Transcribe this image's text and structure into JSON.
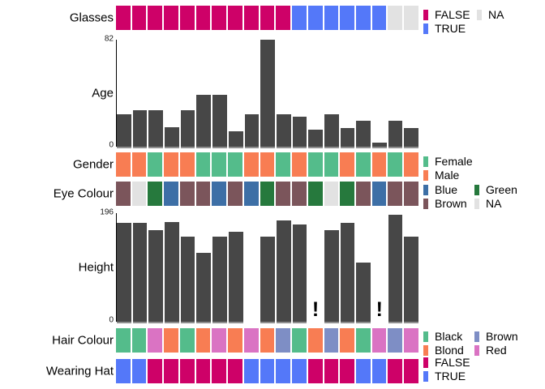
{
  "background": "#ffffff",
  "n_columns": 19,
  "bar_color": "#474747",
  "axis_color": "#000000",
  "baseline_color": "#8f8f8f",
  "chart_data": [
    {
      "type": "heatmap",
      "title": "Glasses",
      "values": [
        "FALSE",
        "FALSE",
        "FALSE",
        "FALSE",
        "FALSE",
        "FALSE",
        "FALSE",
        "FALSE",
        "FALSE",
        "FALSE",
        "FALSE",
        "TRUE",
        "TRUE",
        "TRUE",
        "TRUE",
        "TRUE",
        "TRUE",
        "NA",
        "NA"
      ],
      "palette": {
        "FALSE": "#CE0168",
        "TRUE": "#5478F9",
        "NA": "#E2E2E2"
      },
      "legend_position": "right",
      "legend_columns": [
        [
          {
            "label": "FALSE",
            "color": "#CE0168"
          },
          {
            "label": "TRUE",
            "color": "#5478F9"
          }
        ],
        [
          {
            "label": "NA",
            "color": "#E2E2E2"
          }
        ]
      ]
    },
    {
      "type": "bar",
      "title": "Age",
      "values": [
        25,
        28,
        28,
        15,
        28,
        40,
        40,
        12,
        25,
        82,
        25,
        23,
        13,
        25,
        14,
        20,
        3,
        20,
        14
      ],
      "ylim": [
        0,
        82
      ],
      "yticks": [
        "82",
        "0"
      ],
      "grid": "off",
      "bar_color": "#474747"
    },
    {
      "type": "heatmap",
      "title": "Gender",
      "values": [
        "Male",
        "Male",
        "Female",
        "Male",
        "Male",
        "Female",
        "Female",
        "Female",
        "Male",
        "Male",
        "Female",
        "Male",
        "Female",
        "Female",
        "Male",
        "Female",
        "Male",
        "Female",
        "Male"
      ],
      "palette": {
        "Female": "#54BC8B",
        "Male": "#F87D53"
      },
      "legend_position": "right",
      "legend_columns": [
        [
          {
            "label": "Female",
            "color": "#54BC8B"
          },
          {
            "label": "Male",
            "color": "#F87D53"
          }
        ]
      ]
    },
    {
      "type": "heatmap",
      "title": "Eye Colour",
      "values": [
        "Brown",
        "NA",
        "Green",
        "Blue",
        "Brown",
        "Brown",
        "Blue",
        "Brown",
        "Blue",
        "Green",
        "Brown",
        "Brown",
        "Green",
        "NA",
        "Green",
        "Brown",
        "Blue",
        "Brown",
        "Brown"
      ],
      "palette": {
        "Blue": "#3D6FA6",
        "Green": "#26793D",
        "Brown": "#7B555B",
        "NA": "#E2E2E2"
      },
      "legend_position": "right",
      "legend_columns": [
        [
          {
            "label": "Blue",
            "color": "#3D6FA6"
          },
          {
            "label": "Brown",
            "color": "#7B555B"
          }
        ],
        [
          {
            "label": "Green",
            "color": "#26793D"
          },
          {
            "label": "NA",
            "color": "#E2E2E2"
          }
        ]
      ]
    },
    {
      "type": "bar",
      "title": "Height",
      "values": [
        178,
        178,
        166,
        180,
        154,
        124,
        154,
        162,
        0,
        153,
        183,
        175,
        null,
        165,
        178,
        107,
        null,
        193,
        154
      ],
      "ylim": [
        0,
        196
      ],
      "yticks": [
        "196",
        "0"
      ],
      "grid": "off",
      "missing_marker": "!",
      "bar_color": "#474747"
    },
    {
      "type": "heatmap",
      "title": "Hair Colour",
      "values": [
        "Black",
        "Black",
        "Red",
        "Blond",
        "Black",
        "Blond",
        "Red",
        "Blond",
        "Red",
        "Blond",
        "Brown",
        "Black",
        "Blond",
        "Brown",
        "Blond",
        "Black",
        "Red",
        "Brown",
        "Red"
      ],
      "palette": {
        "Black": "#54BC8B",
        "Blond": "#F87D53",
        "Brown": "#7E8EC5",
        "Red": "#DA73C3"
      },
      "legend_position": "right",
      "legend_columns": [
        [
          {
            "label": "Black",
            "color": "#54BC8B"
          },
          {
            "label": "Blond",
            "color": "#F87D53"
          }
        ],
        [
          {
            "label": "Brown",
            "color": "#7E8EC5"
          },
          {
            "label": "Red",
            "color": "#DA73C3"
          }
        ]
      ]
    },
    {
      "type": "heatmap",
      "title": "Wearing Hat",
      "values": [
        "TRUE",
        "TRUE",
        "FALSE",
        "FALSE",
        "FALSE",
        "FALSE",
        "FALSE",
        "FALSE",
        "TRUE",
        "TRUE",
        "TRUE",
        "TRUE",
        "FALSE",
        "FALSE",
        "FALSE",
        "TRUE",
        "TRUE",
        "FALSE",
        "FALSE"
      ],
      "palette": {
        "FALSE": "#CE0168",
        "TRUE": "#5478F9"
      },
      "legend_position": "right",
      "legend_columns": [
        [
          {
            "label": "FALSE",
            "color": "#CE0168"
          },
          {
            "label": "TRUE",
            "color": "#5478F9"
          }
        ]
      ]
    }
  ]
}
